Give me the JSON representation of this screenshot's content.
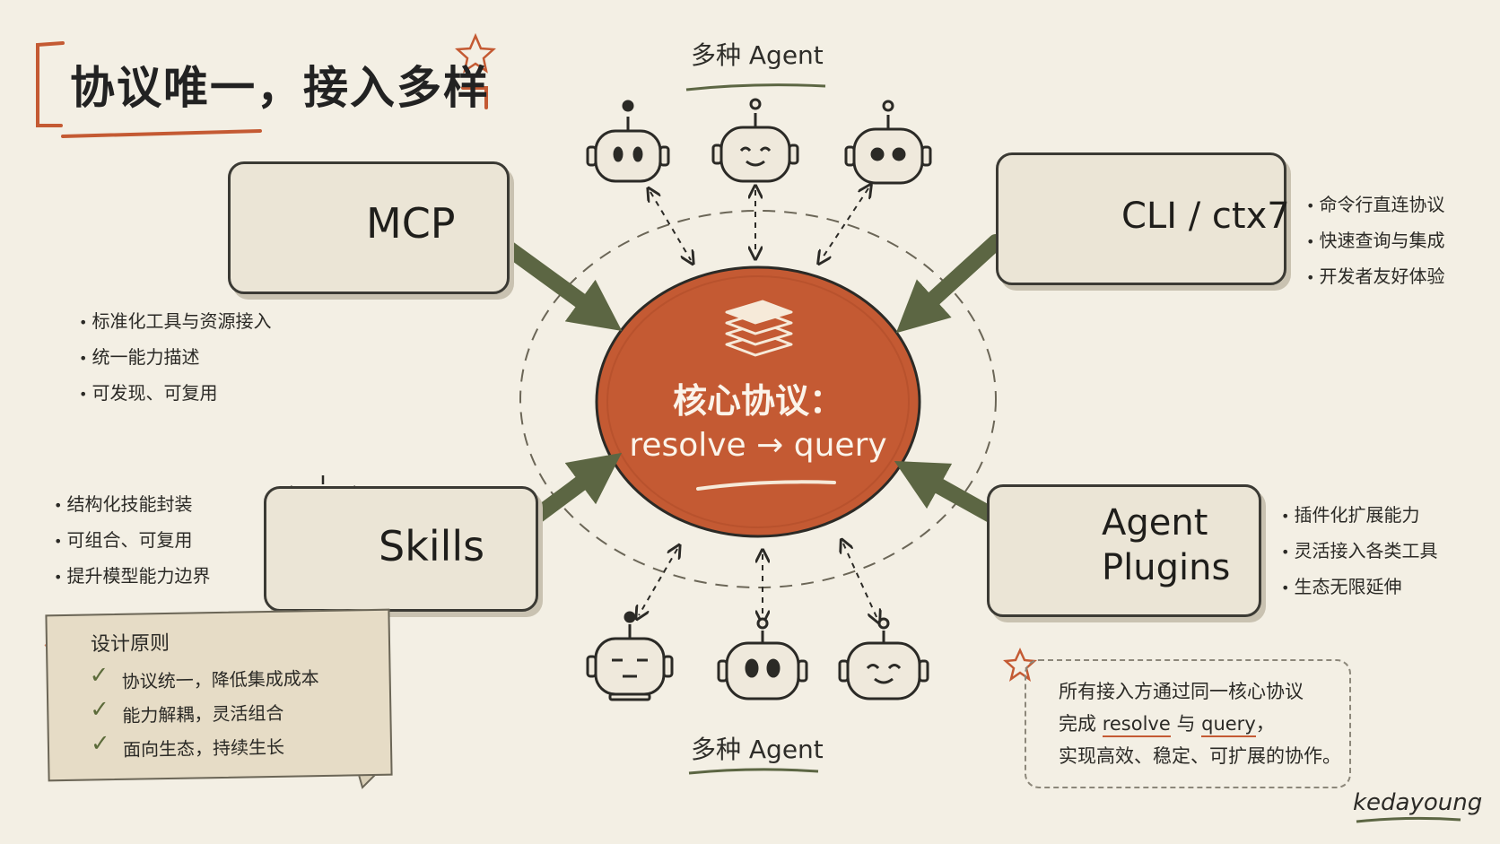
{
  "title": "协议唯一，接入多样",
  "agents_top_label": "多种 Agent",
  "agents_bottom_label": "多种 Agent",
  "center": {
    "line1": "核心协议：",
    "line2": "resolve → query"
  },
  "cards": {
    "mcp": {
      "title": "MCP",
      "bullets": [
        "标准化工具与资源接入",
        "统一能力描述",
        "可发现、可复用"
      ]
    },
    "cli": {
      "title": "CLI / ctx7",
      "bullets": [
        "命令行直连协议",
        "快速查询与集成",
        "开发者友好体验"
      ]
    },
    "skills": {
      "title": "Skills",
      "bullets": [
        "结构化技能封装",
        "可组合、可复用",
        "提升模型能力边界"
      ]
    },
    "plugins": {
      "title_line1": "Agent",
      "title_line2": "Plugins",
      "bullets": [
        "插件化扩展能力",
        "灵活接入各类工具",
        "生态无限延伸"
      ]
    }
  },
  "principles": {
    "title": "设计原则",
    "items": [
      "协议统一，降低集成成本",
      "能力解耦，灵活组合",
      "面向生态，持续生长"
    ]
  },
  "summary": {
    "line1": "所有接入方通过同一核心协议",
    "line2_pre": "完成 ",
    "line2_resolve": "resolve",
    "line2_mid": " 与 ",
    "line2_query": "query",
    "line2_post": "，",
    "line3": "实现高效、稳定、可扩展的协作。"
  },
  "signature": "kedayoung",
  "colors": {
    "accent_orange": "#c45a33",
    "olive": "#5c6643",
    "card_bg": "#ebe5d6",
    "paper": "#f3efe4"
  },
  "icons": {
    "mcp": "server-stack-icon",
    "cli": "terminal-icon",
    "skills": "lightbulb-icon",
    "plugins": "puzzle-icon",
    "center": "document-stack-icon"
  }
}
